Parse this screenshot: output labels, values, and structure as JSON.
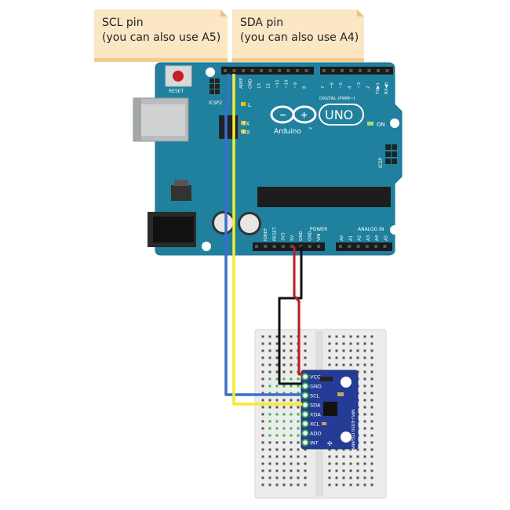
{
  "notes": {
    "scl": {
      "line1": "SCL pin",
      "line2": "(you can also use A5)"
    },
    "sda": {
      "line1": "SDA pin",
      "line2": "(you can also use A4)"
    }
  },
  "board": {
    "reset_label": "RESET",
    "icsp_label": "ICSP2",
    "icsp_right_label": "ICSP",
    "l_label": "L",
    "tx_label": "TX",
    "rx_label": "RX",
    "on_label": "ON",
    "logo_text": "Arduino",
    "tm": "TM",
    "uno_text": "UNO",
    "digital_label": "DIGITAL (PWM~)",
    "tx_pin": "TX▶1",
    "rx_pin": "RX◀0",
    "top_header_labels": [
      "AREF",
      "GND",
      "13",
      "12",
      "~11",
      "~10",
      "~9",
      "8"
    ],
    "top_header_labels_right": [
      "7",
      "~6",
      "~5",
      "4",
      "~3",
      "2"
    ],
    "power_label": "POWER",
    "analog_label": "ANALOG IN",
    "power_pin_labels": [
      "IOREF",
      "RESET",
      "3V3",
      "5V",
      "GND",
      "GND",
      "VIN"
    ],
    "analog_pin_labels": [
      "A0",
      "A1",
      "A2",
      "A3",
      "A4",
      "A5"
    ]
  },
  "module": {
    "pins": [
      "VCC",
      "GND",
      "SCL",
      "SDA",
      "XDA",
      "XCL",
      "ADO",
      "INT"
    ],
    "name": "MPU-6050 ITG/MPU"
  },
  "wire_colors": {
    "scl": "#3a6fcf",
    "sda": "#f6ec2a",
    "vcc": "#c8161e",
    "gnd": "#111111"
  },
  "colors": {
    "board": "#1f819e",
    "note": "#fbe7c4",
    "module": "#243c95"
  }
}
